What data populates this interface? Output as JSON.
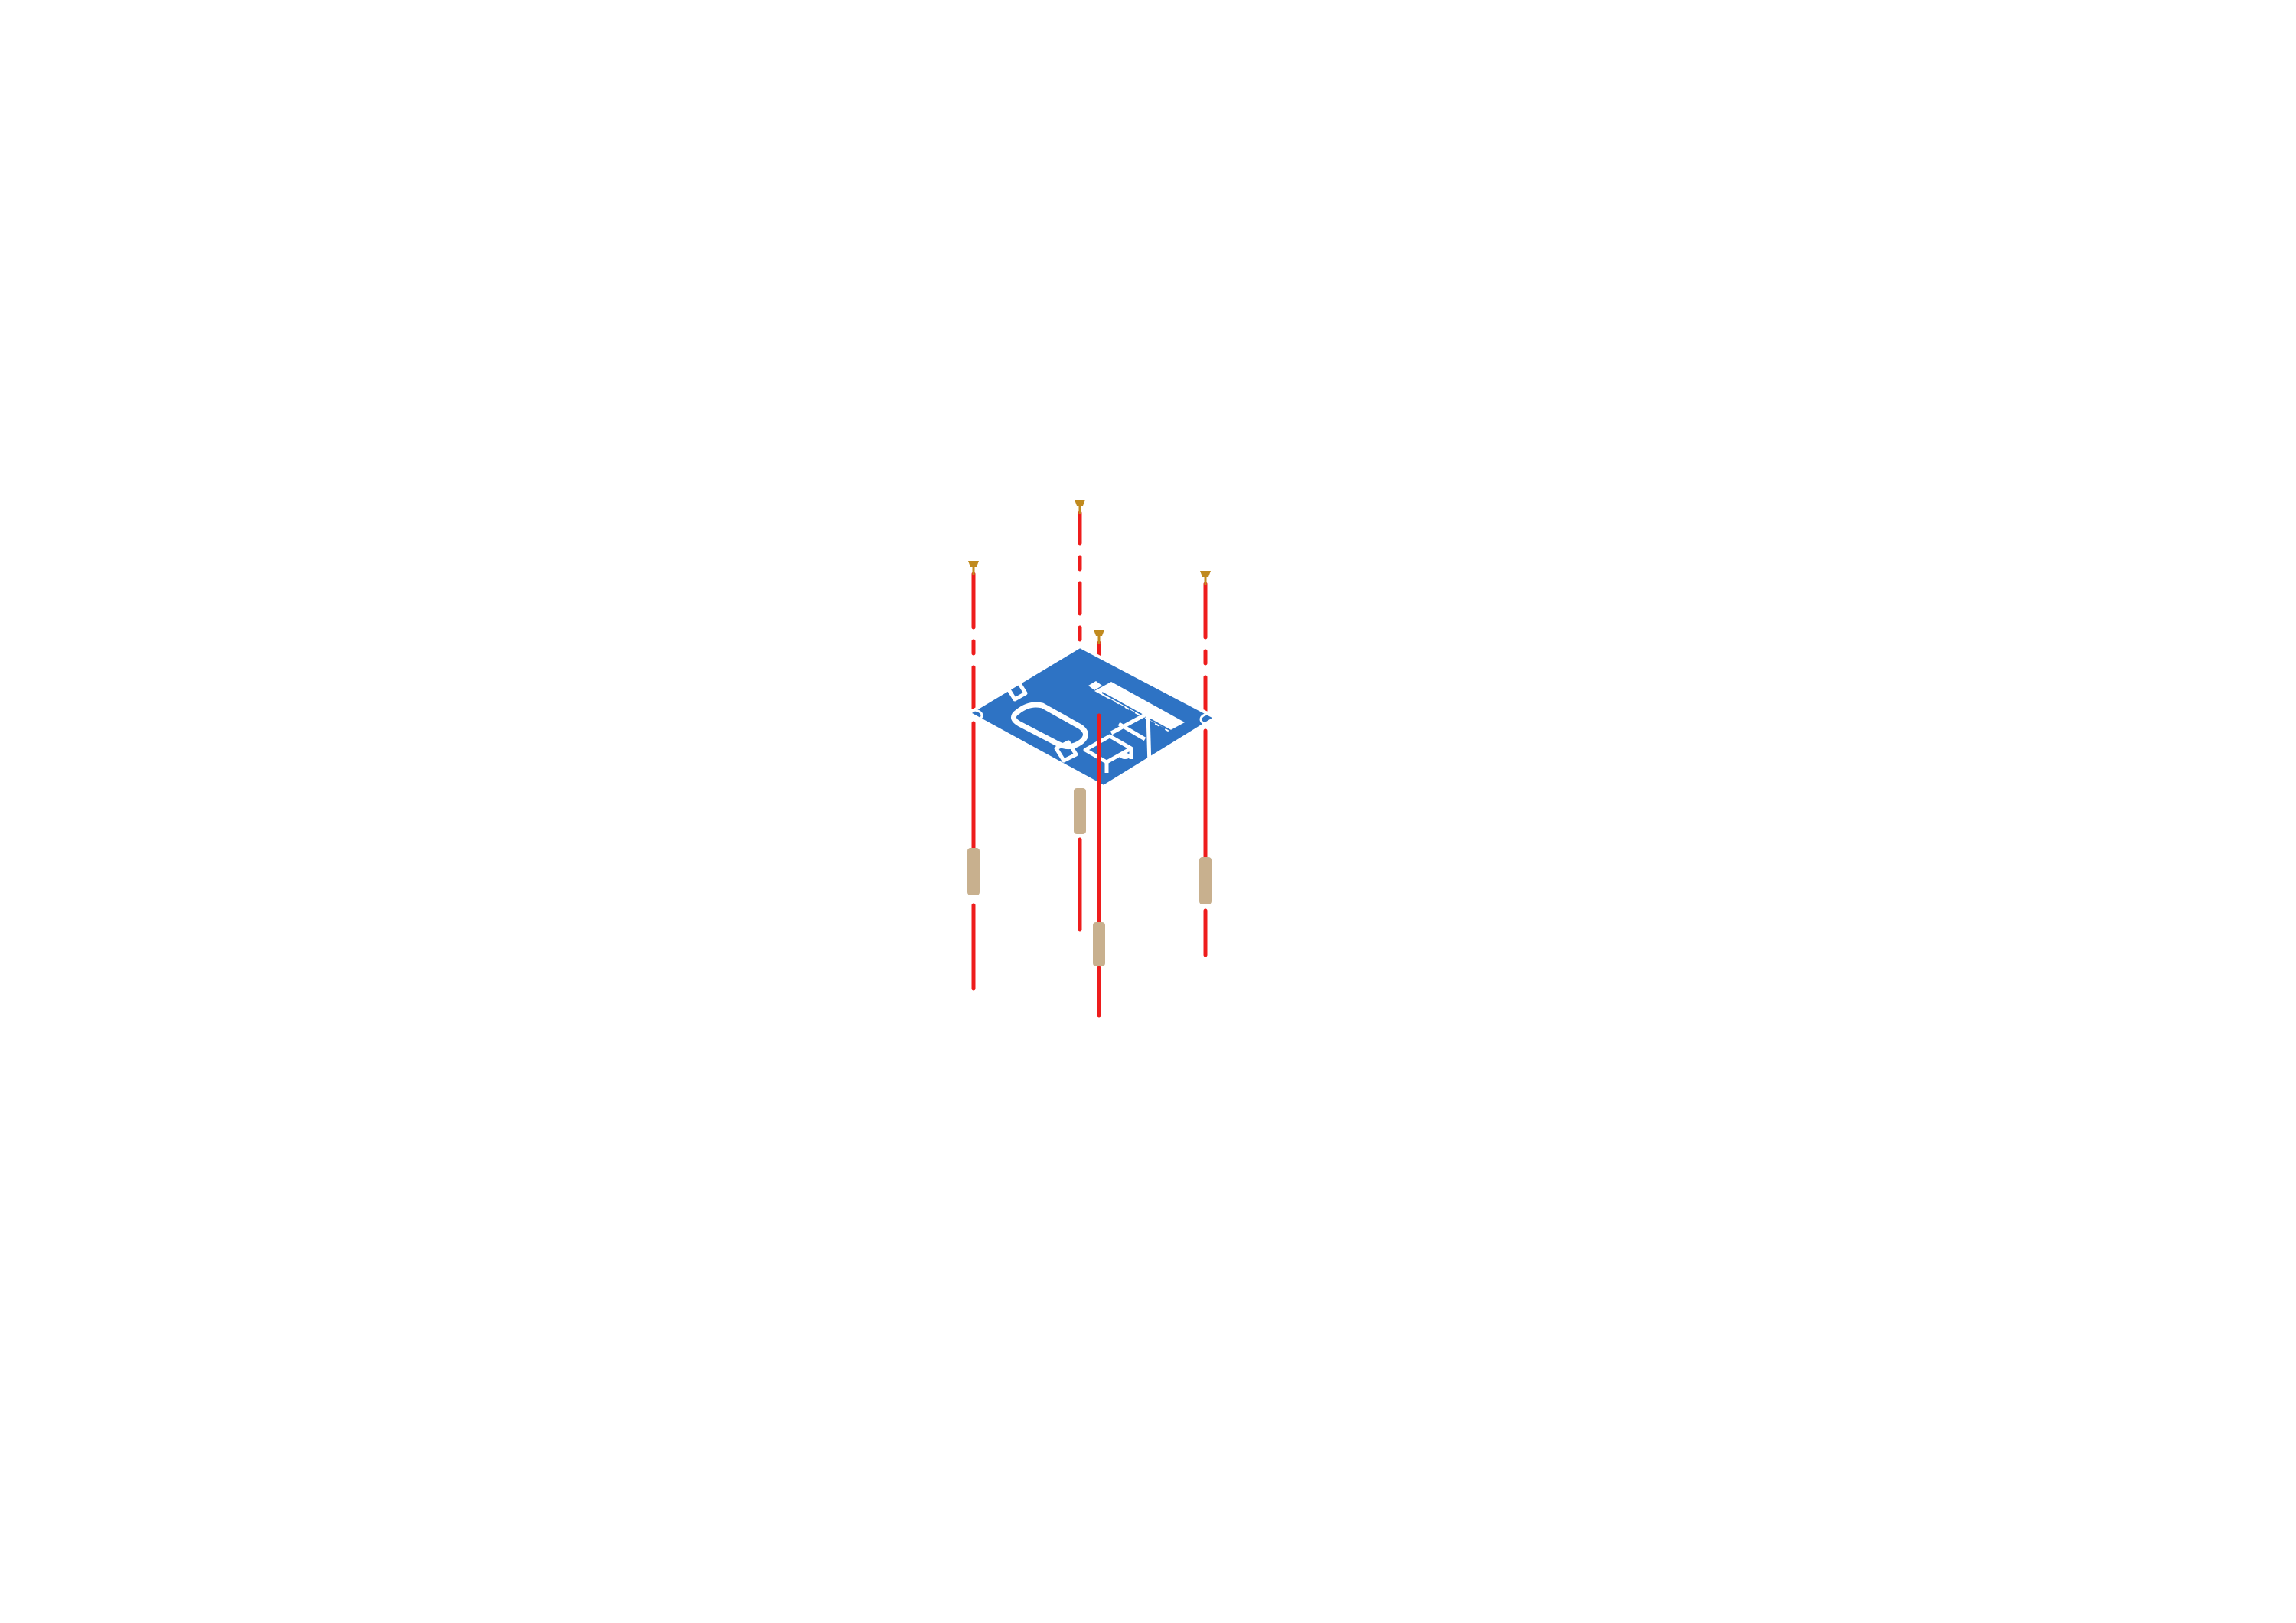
{
  "diagram": {
    "type": "exploded-assembly-isometric",
    "background": "#ffffff",
    "colors": {
      "board": "#2e73c4",
      "board_outline": "#ffffff",
      "axis_line": "#ee1c1c",
      "standoff": "#c8b08e",
      "screw_head": "#c08a1e"
    },
    "parts": {
      "board": "pcb-board",
      "fasteners": [
        "screw",
        "screw",
        "screw",
        "screw"
      ],
      "spacers": [
        "standoff",
        "standoff",
        "standoff",
        "standoff"
      ]
    }
  }
}
